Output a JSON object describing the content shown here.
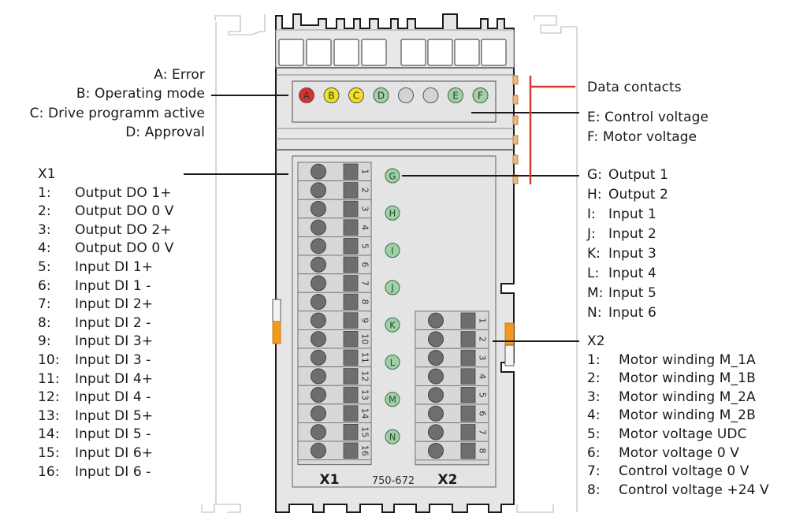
{
  "module": {
    "part_number": "750-672",
    "connector_x1_label": "X1",
    "connector_x2_label": "X2"
  },
  "leds_top": [
    {
      "letter": "A",
      "color": "#d9312b"
    },
    {
      "letter": "B",
      "color": "#f0e21c"
    },
    {
      "letter": "C",
      "color": "#f0e21c"
    },
    {
      "letter": "D",
      "color": "#9fd0a6"
    },
    {
      "letter": "",
      "color": "#d4d4d4"
    },
    {
      "letter": "",
      "color": "#d4d4d4"
    },
    {
      "letter": "E",
      "color": "#9fd0a6"
    },
    {
      "letter": "F",
      "color": "#9fd0a6"
    }
  ],
  "leds_io": [
    {
      "letter": "G",
      "color": "#9fd0a6"
    },
    {
      "letter": "H",
      "color": "#9fd0a6"
    },
    {
      "letter": "I",
      "color": "#9fd0a6"
    },
    {
      "letter": "J",
      "color": "#9fd0a6"
    },
    {
      "letter": "K",
      "color": "#9fd0a6"
    },
    {
      "letter": "L",
      "color": "#9fd0a6"
    },
    {
      "letter": "M",
      "color": "#9fd0a6"
    },
    {
      "letter": "N",
      "color": "#9fd0a6"
    }
  ],
  "x1_terminals": [
    "1",
    "2",
    "3",
    "4",
    "5",
    "6",
    "7",
    "8",
    "9",
    "10",
    "11",
    "12",
    "13",
    "14",
    "15",
    "16"
  ],
  "x2_terminals": [
    "1",
    "2",
    "3",
    "4",
    "5",
    "6",
    "7",
    "8"
  ],
  "left_status_labels": [
    "A: Error",
    "B: Operating mode",
    "C: Drive programm active",
    "D: Approval"
  ],
  "right_status_labels": {
    "data_contacts": "Data contacts",
    "e": "E: Control voltage",
    "f": "F: Motor voltage"
  },
  "io_labels": [
    {
      "key": "G:",
      "text": "Output 1"
    },
    {
      "key": "H:",
      "text": "Output 2"
    },
    {
      "key": "I:",
      "text": "Input 1"
    },
    {
      "key": "J:",
      "text": "Input 2"
    },
    {
      "key": "K:",
      "text": "Input 3"
    },
    {
      "key": "L:",
      "text": "Input 4"
    },
    {
      "key": "M:",
      "text": "Input 5"
    },
    {
      "key": "N:",
      "text": "Input 6"
    }
  ],
  "x1_legend": {
    "title": "X1",
    "items": [
      {
        "num": "1:",
        "text": "Output DO 1+"
      },
      {
        "num": "2:",
        "text": "Output DO 0 V"
      },
      {
        "num": "3:",
        "text": "Output DO 2+"
      },
      {
        "num": "4:",
        "text": "Output DO 0 V"
      },
      {
        "num": "5:",
        "text": "Input DI 1+"
      },
      {
        "num": "6:",
        "text": "Input DI 1 -"
      },
      {
        "num": "7:",
        "text": "Input DI 2+"
      },
      {
        "num": "8:",
        "text": "Input DI 2 -"
      },
      {
        "num": "9:",
        "text": "Input DI 3+"
      },
      {
        "num": "10:",
        "text": "Input DI 3 -"
      },
      {
        "num": "11:",
        "text": "Input DI 4+"
      },
      {
        "num": "12:",
        "text": "Input DI 4 -"
      },
      {
        "num": "13:",
        "text": "Input DI 5+"
      },
      {
        "num": "14:",
        "text": "Input DI 5 -"
      },
      {
        "num": "15:",
        "text": "Input DI 6+"
      },
      {
        "num": "16:",
        "text": "Input DI 6 -"
      }
    ]
  },
  "x2_legend": {
    "title": "X2",
    "items": [
      {
        "num": "1:",
        "text": "Motor winding M_1A"
      },
      {
        "num": "2:",
        "text": "Motor winding M_1B"
      },
      {
        "num": "3:",
        "text": "Motor winding M_2A"
      },
      {
        "num": "4:",
        "text": "Motor winding M_2B"
      },
      {
        "num": "5:",
        "text": "Motor voltage UDC"
      },
      {
        "num": "6:",
        "text": "Motor voltage 0 V"
      },
      {
        "num": "7:",
        "text": "Control voltage 0 V"
      },
      {
        "num": "8:",
        "text": "Control voltage +24 V"
      }
    ]
  },
  "colors": {
    "housing": "#e6e6e6",
    "outline": "#1a1a1a",
    "terminal_dark": "#6e6e6e",
    "data_contact": "#f0b97a",
    "orange_latch": "#f39a1e",
    "data_contact_line": "#d63a34"
  }
}
